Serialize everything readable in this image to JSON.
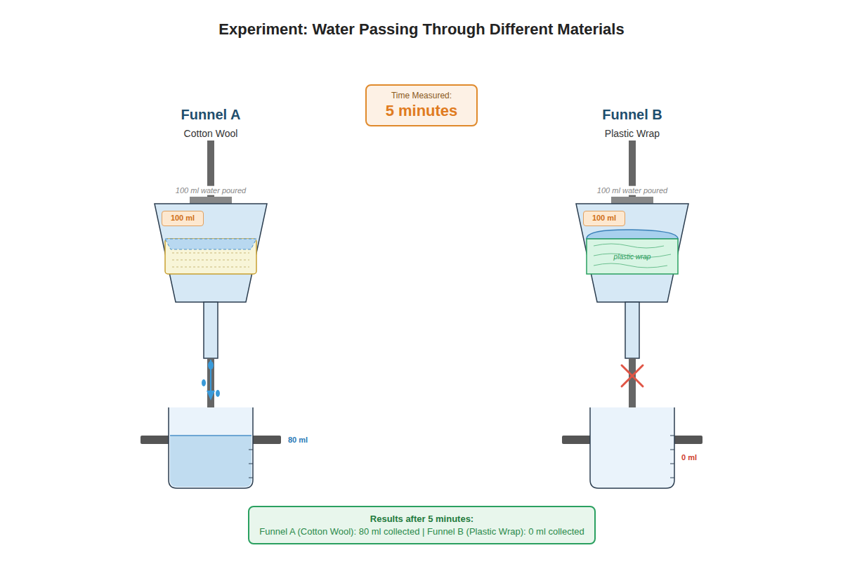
{
  "diagram": {
    "title": "Experiment: Water Passing Through Different Materials",
    "nodes": [
      {
        "text": [
          "Time Measured:",
          "5 minutes"
        ]
      },
      {
        "text": [
          "100 ml"
        ]
      },
      {
        "text": [
          "plastic wrap"
        ]
      },
      {
        "text": [
          "100 ml"
        ]
      },
      {
        "text": [
          "Results after 5 minutes:",
          "Funnel A (Cotton Wool): 80 ml collected | Funnel B (Plastic Wrap): 0 ml collected"
        ]
      }
    ],
    "labels": [
      "Funnel A",
      "Cotton Wool",
      "100 ml water poured",
      "80 ml",
      "Funnel B",
      "Plastic Wrap",
      "100 ml water poured",
      "0 ml"
    ]
  }
}
